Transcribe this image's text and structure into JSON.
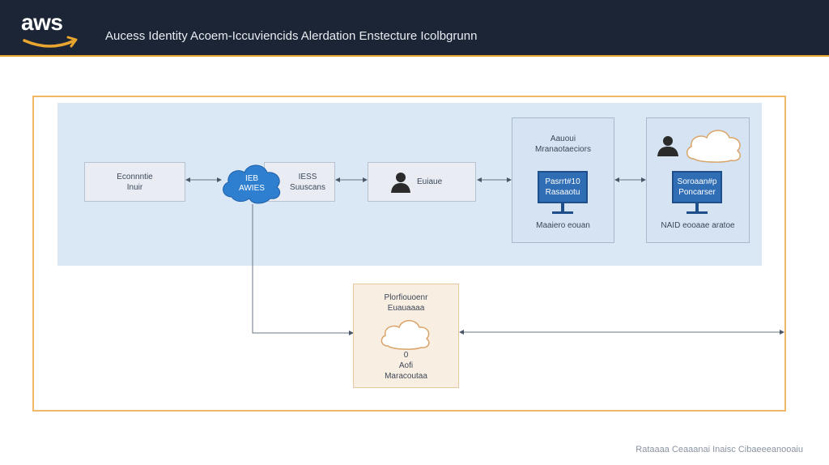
{
  "header": {
    "logo_text": "aws",
    "title": "Aucess Identity Acoem-Iccuviencids Alerdation Enstecture Icolbgrunn",
    "brand_color": "#e8a530"
  },
  "nodes": {
    "source": {
      "line1": "Econnntie",
      "line2": "Inuir"
    },
    "cloud_hub": {
      "line1": "IEB",
      "line2": "AWIES"
    },
    "ssos": {
      "line1": "IESS",
      "line2": "Suuscans"
    },
    "relay": {
      "label": "Euiaue"
    },
    "panel_a": {
      "title1": "Aauoui",
      "title2": "Mranaotaeciors",
      "monitor1": "Pasrrt#10",
      "monitor2": "Rasaaotu",
      "footer": "Maaiero eouan"
    },
    "panel_b": {
      "monitor1": "Soroaan#p",
      "monitor2": "Poncarser",
      "footer": "NAID eooaae aratoe"
    },
    "storage": {
      "line1": "Plorfiouoenr",
      "line2": "Euauaaaa",
      "digit": "0",
      "line3": "Aofi",
      "line4": "Maracoutaa"
    }
  },
  "icons": [
    "aws-smile-icon",
    "cloud-icon",
    "user-icon",
    "monitor-icon"
  ],
  "footer": {
    "text": "Rataaaa  Ceaaanai Inaisc Cibaeeeanooaiu"
  },
  "colors": {
    "header_bg": "#1b2535",
    "band_bg": "#dae8f6",
    "accent_blue": "#2f6db5",
    "frame_orange": "#f0b969"
  }
}
